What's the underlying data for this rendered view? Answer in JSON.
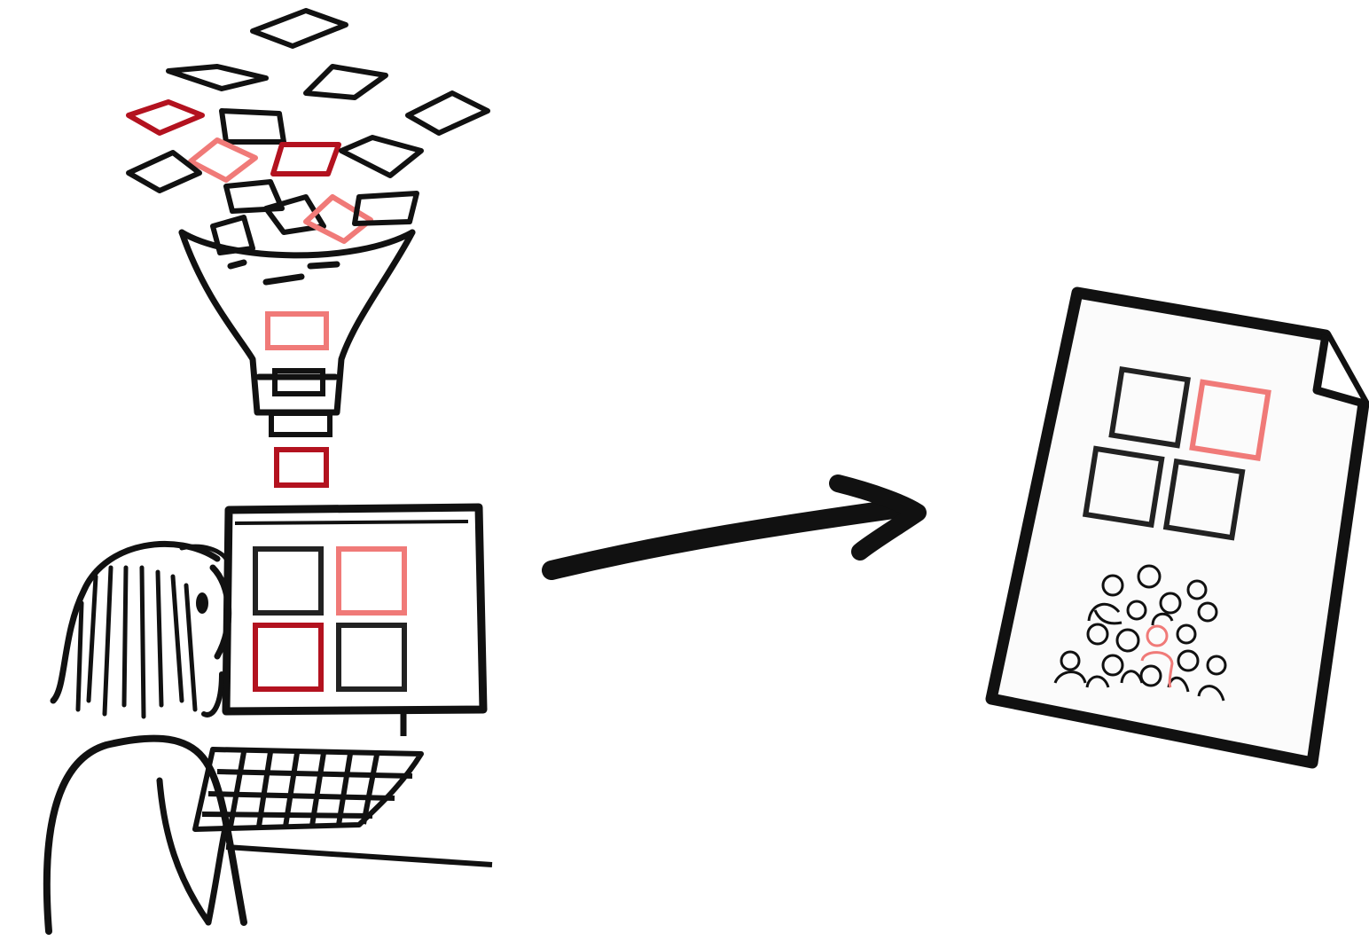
{
  "diagram": {
    "description_free": true,
    "colors": {
      "ink": "#111111",
      "dark_red": "#b3121f",
      "light_red": "#f07a78",
      "paper": "#fbfbfb"
    },
    "icons": {
      "falling_cards": "card-icon",
      "funnel": "funnel-icon",
      "person": "person-icon",
      "monitor": "monitor-icon",
      "keyboard": "keyboard-icon",
      "arrow": "arrow-right-icon",
      "document": "document-icon",
      "crowd": "crowd-icon"
    },
    "monitor_grid": [
      "ink",
      "light_red",
      "dark_red",
      "ink"
    ],
    "document_grid": [
      "ink",
      "light_red",
      "ink",
      "ink"
    ]
  }
}
